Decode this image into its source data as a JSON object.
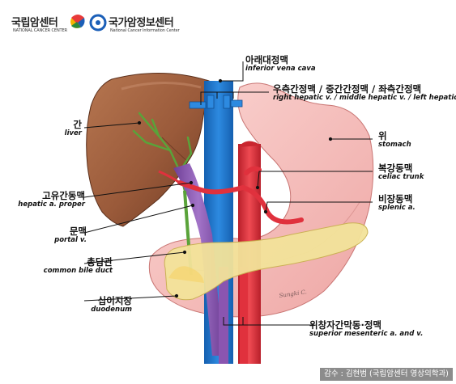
{
  "header": {
    "logo1_ko": "국립암센터",
    "logo1_en": "NATIONAL CANCER CENTER",
    "logo2_ko": "국가암정보센터",
    "logo2_en": "National Cancer Information Center",
    "logo1_colors": [
      "#e83a3a",
      "#f5b400",
      "#2a8a3a",
      "#1b5fb8"
    ],
    "logo2_color": "#1b5fb8"
  },
  "labels": {
    "ivc": {
      "ko": "아래대정맥",
      "en": "inferior vena cava"
    },
    "hepatic_veins": {
      "ko": "우측간정맥 / 중간간정맥 / 좌측간정맥",
      "en": "right hepatic v. / middle hepatic v. / left hepatic v."
    },
    "liver": {
      "ko": "간",
      "en": "liver"
    },
    "stomach": {
      "ko": "위",
      "en": "stomach"
    },
    "celiac": {
      "ko": "복강동맥",
      "en": "celiac trunk"
    },
    "hepatic_artery": {
      "ko": "고유간동맥",
      "en": "hepatic a. proper"
    },
    "splenic": {
      "ko": "비장동맥",
      "en": "splenic a."
    },
    "portal": {
      "ko": "문맥",
      "en": "portal v."
    },
    "cbd": {
      "ko": "총담관",
      "en": "common bile duct"
    },
    "duodenum": {
      "ko": "십이지장",
      "en": "duodenum"
    },
    "sma": {
      "ko": "위창자간막동·정맥",
      "en": "superior mesenteric a. and v."
    }
  },
  "credit": "감수 : 김현범 (국립암센터 영상의학과)",
  "signature": "Sungki C.",
  "colors": {
    "liver": "#9b5a3a",
    "stomach": "#f6c2c0",
    "pancreas": "#f3e39a",
    "vein": "#1e73c9",
    "artery": "#e0313d",
    "portal": "#8a55b0",
    "bile": "#5aa33a"
  }
}
